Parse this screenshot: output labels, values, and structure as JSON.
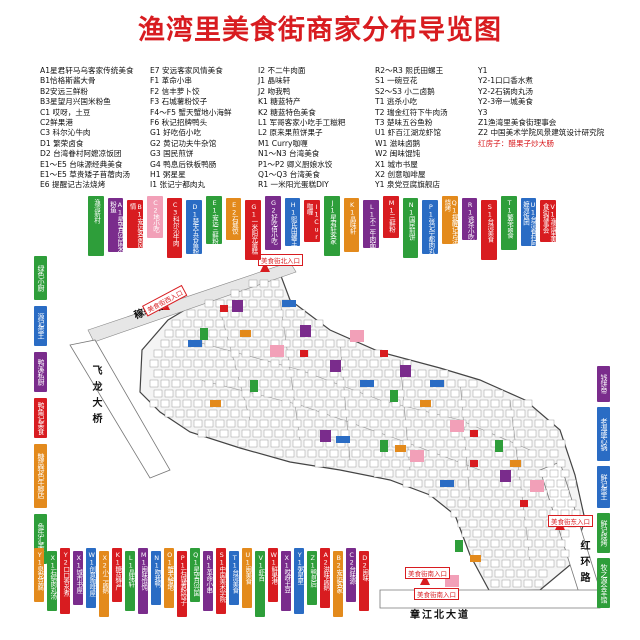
{
  "title": "渔湾里美食街商家分布导览图",
  "legend": {
    "col1": [
      "A1星君轩马乌客家传统美食",
      "B1恰格斯酱大骨",
      "B2安远三鲜粉",
      "B3星望月兴国米粉鱼",
      "C1 哎呀，土豆",
      "C2鲜果港",
      "C3 科尔沁牛肉",
      "D1 繁荣卤食",
      "D2 台湾眷村阿嬷凉饭团",
      "E1～E5 台味源经典美食",
      "E1～E5 草贵矮子苜蓿肉汤",
      "E6 提醒记古法烧烤"
    ],
    "col2": [
      "E7 安远客家风情美食",
      "F1 革命小串",
      "F2 信丰萝卜饺",
      "F3 石城薯粉饺子",
      "F4～F5 蟹天蟹地小海鲜",
      "F6 秋记招牌鸭头",
      "G1 好吃佰小吃",
      "G2 黄记功夫牛杂馆",
      "G3 国民煎饼",
      "G4 鸭息后铁板鸭肠",
      "H1 粥星星",
      "I1 张记宁都肉丸"
    ],
    "col3": [
      "I2 不二牛肉面",
      "J1 晶味轩",
      "J2 吻我鸭",
      "K1 糖蓝特产",
      "K2 糖蓝特色美食",
      "L1 军哥客家小吃手工糍粑",
      "L2 原来果煎饼果子",
      "M1 Curry咖喱",
      "N1～N3 台湾美食",
      "P1～P2 卿义厨娘水饺",
      "Q1～Q3 台湾美食",
      "R1 一米阳光蛋糕DIY"
    ],
    "col4": [
      "R2～R3 熙氏田螺王",
      "S1 一碗豆花",
      "S2～S3 小二卤鹅",
      "T1 逃杀小吃",
      "T2 瑞金红符下牛肉汤",
      "T3 楚味五谷鱼粉",
      "U1 虾百江湖龙虾馆",
      "W1 滋味卤鹅",
      "W2 闽味馄饨",
      "X1 城市书屋",
      "X2 创意咖啡屋",
      "Y1 泉党豆腐旗舰店"
    ],
    "col5": [
      "Y1",
      "Y2-1口口香水煮",
      "Y2-2石锅肉丸汤",
      "Y2-3帝一城美食",
      "Y3",
      "Z1渔湾里美食街理事会",
      "Z2 中国美术学院风景建筑设计研究院"
    ],
    "col5_red": "红房子：醋果子炒大肠"
  },
  "top_tags": [
    {
      "text": "渔湾新村",
      "color": "#2e9e3a"
    },
    {
      "text": "A1星望月兴国米粉鱼",
      "color": "#7a2c8c"
    },
    {
      "text": "B1安远客家风情",
      "color": "#d81c20"
    },
    {
      "text": "C2地小吃",
      "color": "#f2a0b8"
    },
    {
      "text": "C3科尔沁牛肉",
      "color": "#d81c20"
    },
    {
      "text": "D1楚天五谷鱼粉",
      "color": "#2a6cc4"
    },
    {
      "text": "E1安远三鲜粉",
      "color": "#2e9e3a"
    },
    {
      "text": "E2石城饺",
      "color": "#e38a1c"
    },
    {
      "text": "G1一米阳光蛋糕",
      "color": "#d81c20"
    },
    {
      "text": "G2好吃佰小吃",
      "color": "#7a2c8c"
    },
    {
      "text": "H1熙氏田螺王",
      "color": "#2a6cc4"
    },
    {
      "text": "I1Curry咖喱",
      "color": "#d81c20"
    },
    {
      "text": "J1星君轩客家",
      "color": "#2e9e3a"
    },
    {
      "text": "K1晶味轩",
      "color": "#e38a1c"
    },
    {
      "text": "L1不二牛肉面",
      "color": "#7a2c8c"
    },
    {
      "text": "M1三鲜粉",
      "color": "#d81c20"
    },
    {
      "text": "N1国民煎饼",
      "color": "#2e9e3a"
    },
    {
      "text": "P1张记宁都肉丸",
      "color": "#2a6cc4"
    },
    {
      "text": "Q1提醒记古法烧烤",
      "color": "#e38a1c"
    },
    {
      "text": "R1逃杀小吃",
      "color": "#7a2c8c"
    },
    {
      "text": "S1台湾美食",
      "color": "#d81c20"
    },
    {
      "text": "T1繁荣卤食",
      "color": "#2e9e3a"
    },
    {
      "text": "U1台湾眷村阿嬷凉饭团",
      "color": "#2a6cc4"
    },
    {
      "text": "V1渔湾里美食街理事会",
      "color": "#d81c20"
    }
  ],
  "left_tags": [
    {
      "text": "绿色小厨",
      "color": "#2e9e3a"
    },
    {
      "text": "源记蛋王",
      "color": "#2a6cc4"
    },
    {
      "text": "鸭溪私厨",
      "color": "#7a2c8c"
    },
    {
      "text": "鸭鱼记美食",
      "color": "#d81c20"
    },
    {
      "text": "糖蓝特色牛脚店",
      "color": "#e38a1c"
    },
    {
      "text": "鱼乐汇美食",
      "color": "#2e9e3a"
    }
  ],
  "right_tags": [
    {
      "text": "钱饼帝",
      "color": "#7a2c8c"
    },
    {
      "text": "老温盛心锅",
      "color": "#2a6cc4"
    },
    {
      "text": "鲜记蛋王",
      "color": "#2a6cc4"
    },
    {
      "text": "鲜记烧烤",
      "color": "#2e9e3a"
    },
    {
      "text": "牧之源全羊馆",
      "color": "#2e9e3a"
    }
  ],
  "bottom_tags": [
    {
      "text": "Y1泉党豆腐",
      "color": "#e38a1c"
    },
    {
      "text": "X1石锅肉丸汤",
      "color": "#2e9e3a"
    },
    {
      "text": "Y2口口香水煮",
      "color": "#d81c20"
    },
    {
      "text": "X1城市书屋",
      "color": "#7a2c8c"
    },
    {
      "text": "W1创意咖啡屋",
      "color": "#2a6cc4"
    },
    {
      "text": "X2小二卤鹅",
      "color": "#e38a1c"
    },
    {
      "text": "K1糖蓝特产",
      "color": "#d81c20"
    },
    {
      "text": "L1晶味轩",
      "color": "#2e9e3a"
    },
    {
      "text": "M1闽味馄饨",
      "color": "#7a2c8c"
    },
    {
      "text": "N1吻我鸭",
      "color": "#2a6cc4"
    },
    {
      "text": "O1蟹天蟹地",
      "color": "#e38a1c"
    },
    {
      "text": "P1石城薯粉饺子",
      "color": "#d81c20"
    },
    {
      "text": "Q1星望月兴国",
      "color": "#2e9e3a"
    },
    {
      "text": "R1革命小串",
      "color": "#7a2c8c"
    },
    {
      "text": "S1中国美术学院",
      "color": "#d81c20"
    },
    {
      "text": "T1台湾美食",
      "color": "#2a6cc4"
    },
    {
      "text": "U1闽美食",
      "color": "#e38a1c"
    },
    {
      "text": "V1虾百",
      "color": "#2e9e3a"
    },
    {
      "text": "W1鲜果港",
      "color": "#d81c20"
    },
    {
      "text": "X1哎呀土豆",
      "color": "#7a2c8c"
    },
    {
      "text": "Y1粥星星",
      "color": "#2a6cc4"
    },
    {
      "text": "Z1鸭息后",
      "color": "#2e9e3a"
    },
    {
      "text": "A2滋味卤鹅",
      "color": "#d81c20"
    },
    {
      "text": "B2安远客家",
      "color": "#e38a1c"
    },
    {
      "text": "C2台味源",
      "color": "#7a2c8c"
    },
    {
      "text": "D2闽味",
      "color": "#d81c20"
    }
  ],
  "roads": {
    "north": "稼轩路",
    "west": "飞龙大桥",
    "east": "红环路",
    "south": "章江北大道"
  },
  "gates": {
    "top": "美食街北入口",
    "left": "美食街西入口",
    "right": "美食街东入口",
    "bottom": "美食街南入口",
    "bottom_left": "美食街南入口"
  }
}
